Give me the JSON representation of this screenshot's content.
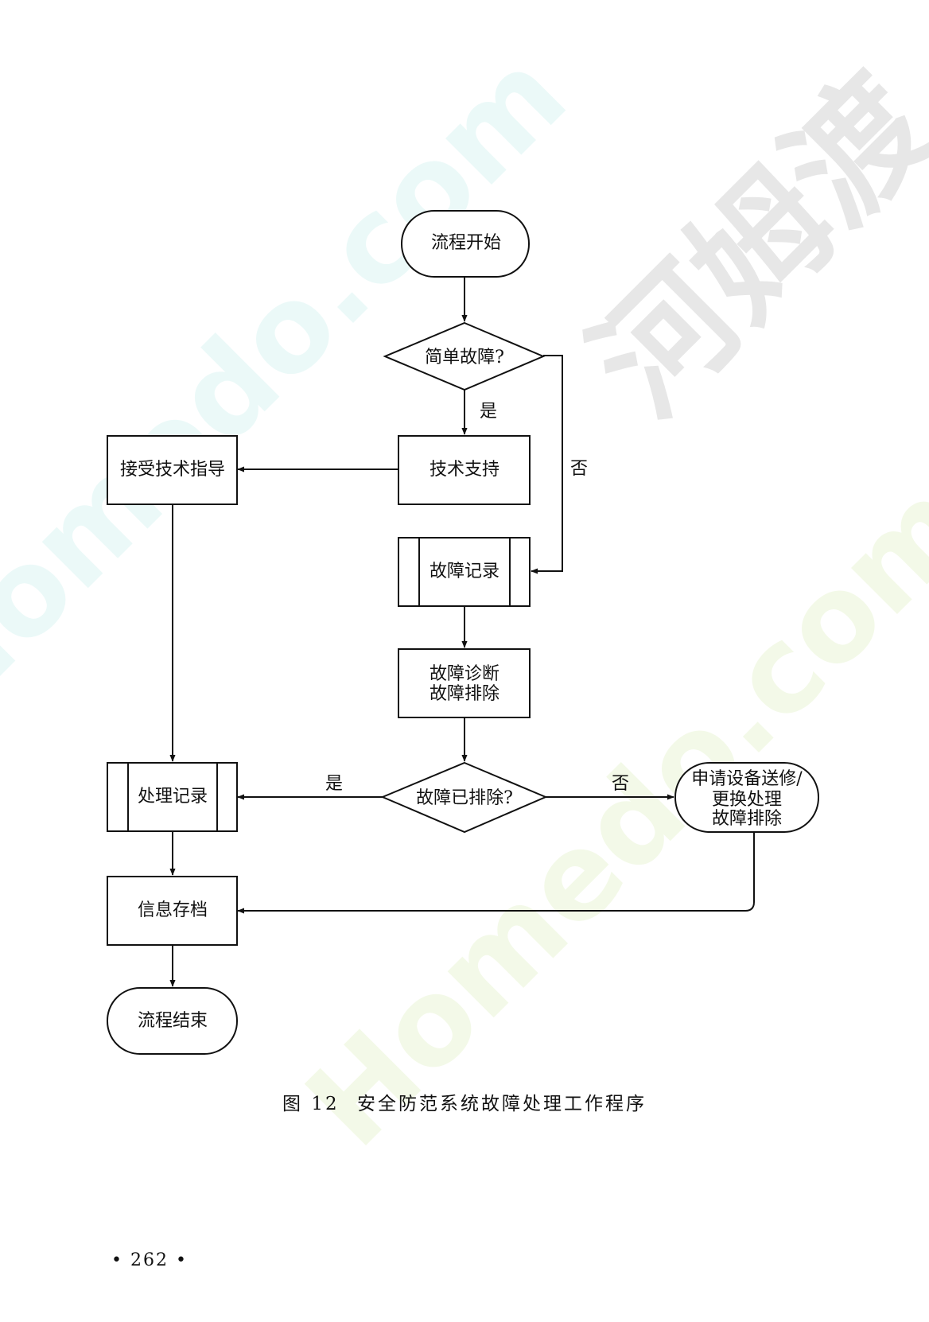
{
  "flowchart": {
    "nodes": {
      "start": "流程开始",
      "simple_fault": "简单故障?",
      "tech_support": "技术支持",
      "accept_guidance": "接受技术指导",
      "fault_record": "故障记录",
      "diagnose": [
        "故障诊断",
        "故障排除"
      ],
      "fault_cleared": "故障已排除?",
      "process_record": "处理记录",
      "repair_request": [
        "申请设备送修/",
        "更换处理",
        "故障排除"
      ],
      "archive": "信息存档",
      "end": "流程结束"
    },
    "labels": {
      "simple_yes": "是",
      "simple_no": "否",
      "cleared_yes": "是",
      "cleared_no": "否"
    }
  },
  "caption": {
    "figure_no": "图 12",
    "title": "安全防范系统故障处理工作程序"
  },
  "page_number": "• 262 •",
  "watermark": {
    "text_cn": "河姆渡",
    "text_en": "Homedo.com"
  }
}
